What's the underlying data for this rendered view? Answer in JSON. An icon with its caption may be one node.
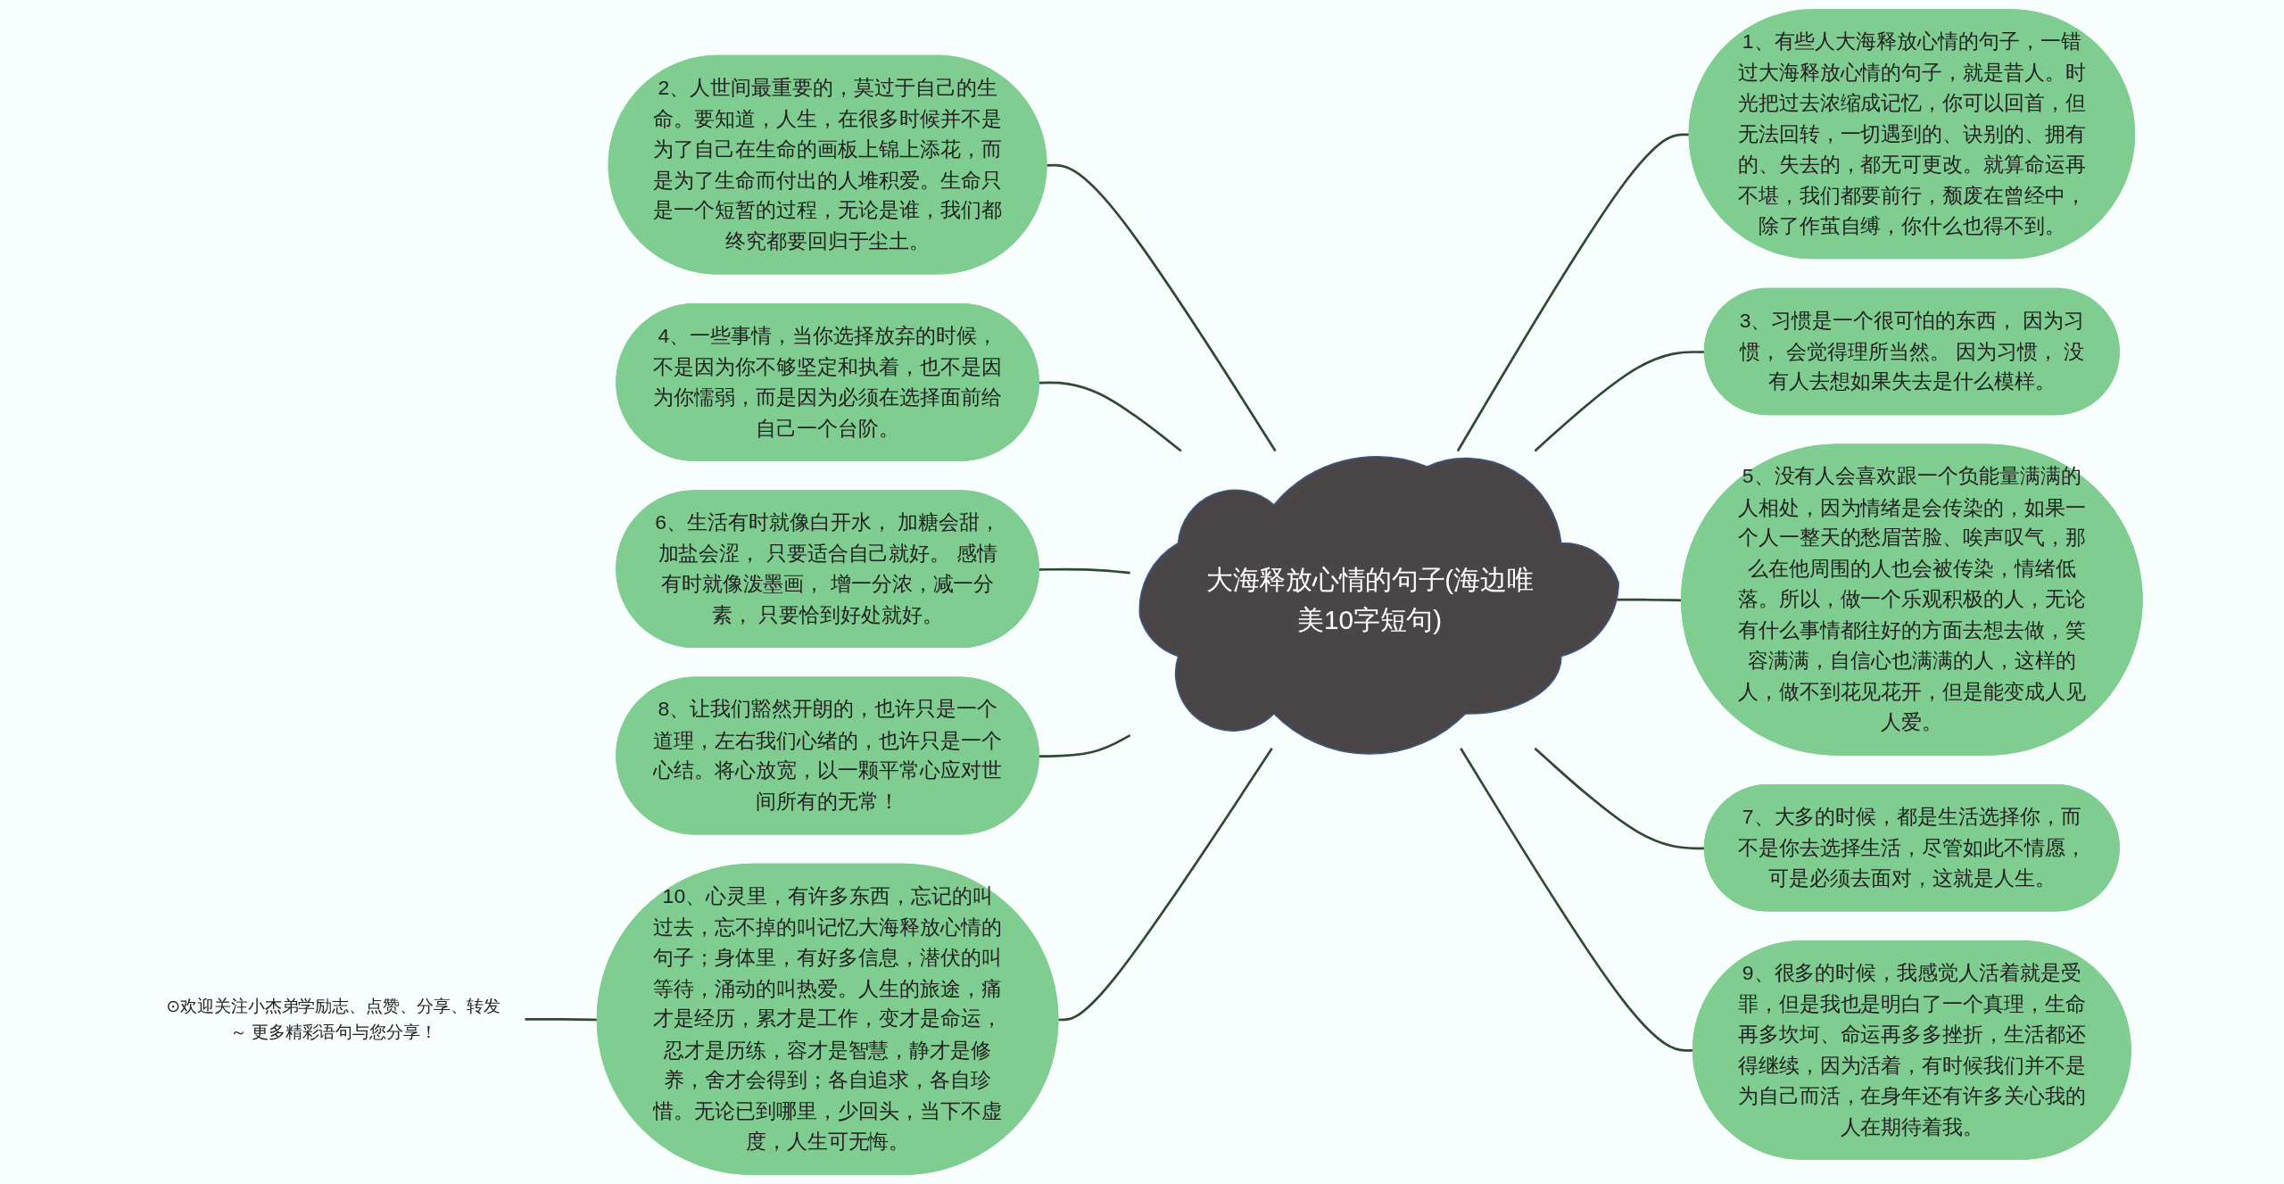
{
  "diagram": {
    "nodes": [
      {
        "text": [
          "大海释放心情的句子(海边唯美10字短句)"
        ]
      },
      {
        "text": [
          "1、有些人大海释放心情的句子，一错过大海释放心情的句子，就是昔人。时光把过去浓缩成记忆，你可以回首，但无法回转，一切遇到的、诀别的、拥有的、失去的，都无可更改。就算命运再不堪，我们都要前行，颓废在曾经中，除了作茧自缚，你什么也得不到。"
        ]
      },
      {
        "text": [
          "2、人世间最重要的，莫过于自己的生命。要知道，人生，在很多时候并不是为了自己在生命的画板上锦上添花，而是为了生命而付出的人堆积爱。生命只是一个短暂的过程，无论是谁，我们都终究都要回归于尘土。"
        ]
      },
      {
        "text": [
          "3、习惯是一个很可怕的东西， 因为习惯， 会觉得理所当然。 因为习惯， 没有人去想如果失去是什么模样。"
        ]
      },
      {
        "text": [
          "4、一些事情，当你选择放弃的时候，不是因为你不够坚定和执着，也不是因为你懦弱，而是因为必须在选择面前给自己一个台阶。"
        ]
      },
      {
        "text": [
          "5、没有人会喜欢跟一个负能量满满的人相处，因为情绪是会传染的，如果一个人一整天的愁眉苦脸、唉声叹气，那么在他周围的人也会被传染，情绪低落。所以，做一个乐观积极的人，无论有什么事情都往好的方面去想去做，笑容满满，自信心也满满的人，这样的人，做不到花见花开，但是能变成人见人爱。"
        ]
      },
      {
        "text": [
          "6、生活有时就像白开水， 加糖会甜，加盐会涩， 只要适合自己就好。 感情有时就像泼墨画， 增一分浓，减一分素， 只要恰到好处就好。"
        ]
      },
      {
        "text": [
          "7、大多的时候，都是生活选择你，而不是你去选择生活，尽管如此不情愿，可是必须去面对，这就是人生。"
        ]
      },
      {
        "text": [
          "8、让我们豁然开朗的，也许只是一个道理，左右我们心绪的，也许只是一个心结。将心放宽，以一颗平常心应对世间所有的无常！"
        ]
      },
      {
        "text": [
          "9、很多的时候，我感觉人活着就是受罪，但是我也是明白了一个真理，生命再多坎坷、命运再多多挫折，生活都还得继续，因为活着，有时候我们并不是为自己而活，在身年还有许多关心我的人在期待着我。"
        ]
      },
      {
        "text": [
          "10、心灵里，有许多东西，忘记的叫过去，忘不掉的叫记忆大海释放心情的句子；身体里，有好多信息，潜伏的叫等待，涌动的叫热爱。人生的旅途，痛才是经历，累才是工作，变才是命运，忍才是历练，容才是智慧，静才是修养，舍才会得到；各自追求，各自珍惜。无论已到哪里，少回头，当下不虚度，人生可无悔。"
        ]
      },
      {
        "text": [
          "⊙欢迎关注小杰弟学励志、点赞、分享、转发～ 更多精彩语句与您分享！"
        ]
      }
    ],
    "edges": [
      {
        "from": 2,
        "to": 0,
        "arrow": "none"
      },
      {
        "from": 4,
        "to": 0,
        "arrow": "none"
      },
      {
        "from": 6,
        "to": 0,
        "arrow": "none"
      },
      {
        "from": 8,
        "to": 0,
        "arrow": "none"
      },
      {
        "from": 10,
        "to": 0,
        "arrow": "none"
      },
      {
        "from": 0,
        "to": 1,
        "arrow": "none"
      },
      {
        "from": 0,
        "to": 3,
        "arrow": "none"
      },
      {
        "from": 0,
        "to": 5,
        "arrow": "none"
      },
      {
        "from": 0,
        "to": 7,
        "arrow": "none"
      },
      {
        "from": 0,
        "to": 9,
        "arrow": "none"
      },
      {
        "from": 11,
        "to": 10,
        "arrow": "none"
      }
    ]
  }
}
